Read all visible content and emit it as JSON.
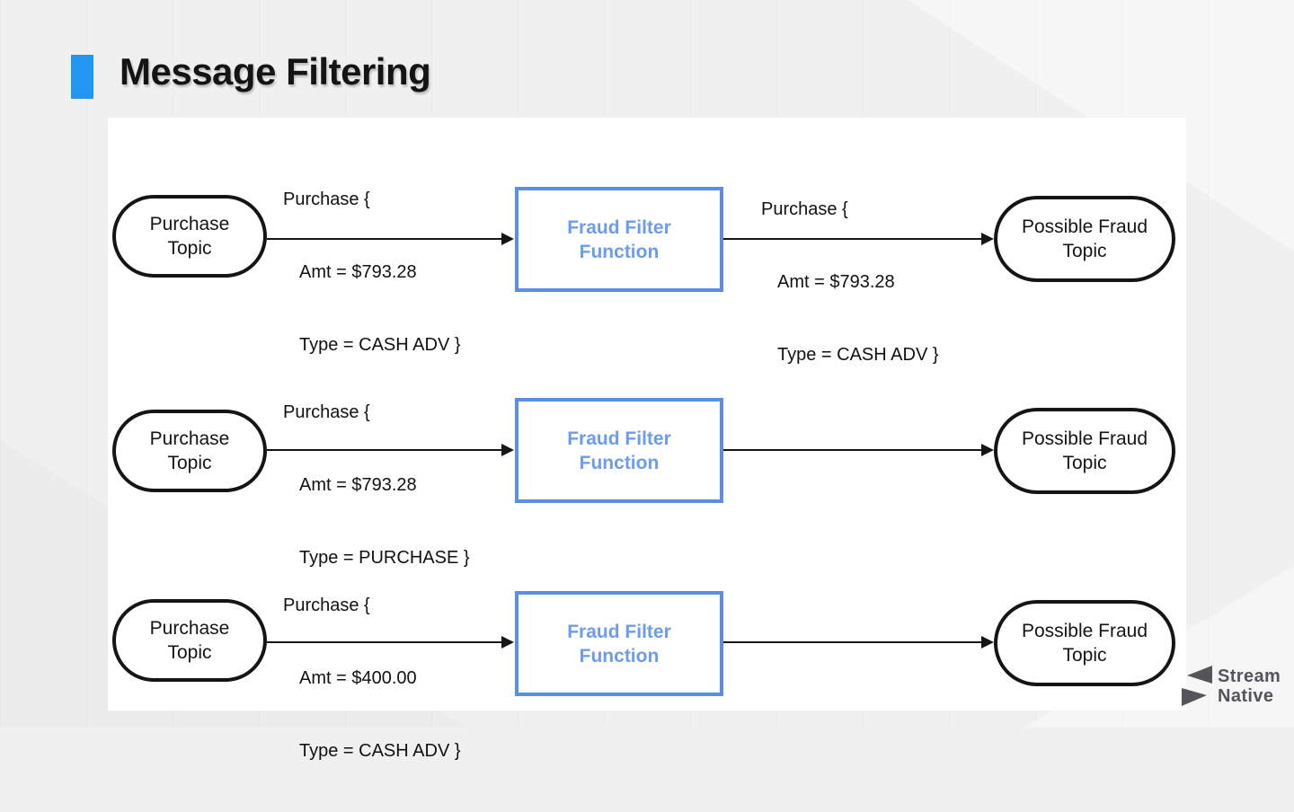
{
  "slide": {
    "title": "Message Filtering"
  },
  "colors": {
    "accent": "#2196f3",
    "node_stroke": "#151515",
    "function_border": "#5b8ee4",
    "function_text": "#6c9cea",
    "panel_background": "#ffffff",
    "slide_background": "#f0f0f1"
  },
  "diagram": {
    "source_label": [
      "Purchase",
      "Topic"
    ],
    "function_label": [
      "Fraud Filter",
      "Function"
    ],
    "sink_label": [
      "Possible Fraud",
      "Topic"
    ],
    "rows": [
      {
        "input_message": [
          "Purchase {",
          "Amt = $793.28",
          "Type = CASH ADV }"
        ],
        "output_message": [
          "Purchase {",
          "Amt = $793.28",
          "Type = CASH ADV }"
        ]
      },
      {
        "input_message": [
          "Purchase {",
          "Amt = $793.28",
          "Type = PURCHASE }"
        ],
        "output_message": []
      },
      {
        "input_message": [
          "Purchase {",
          "Amt = $400.00",
          "Type = CASH ADV }"
        ],
        "output_message": []
      }
    ]
  },
  "logo": {
    "line1": "Stream",
    "line2": "Native"
  }
}
